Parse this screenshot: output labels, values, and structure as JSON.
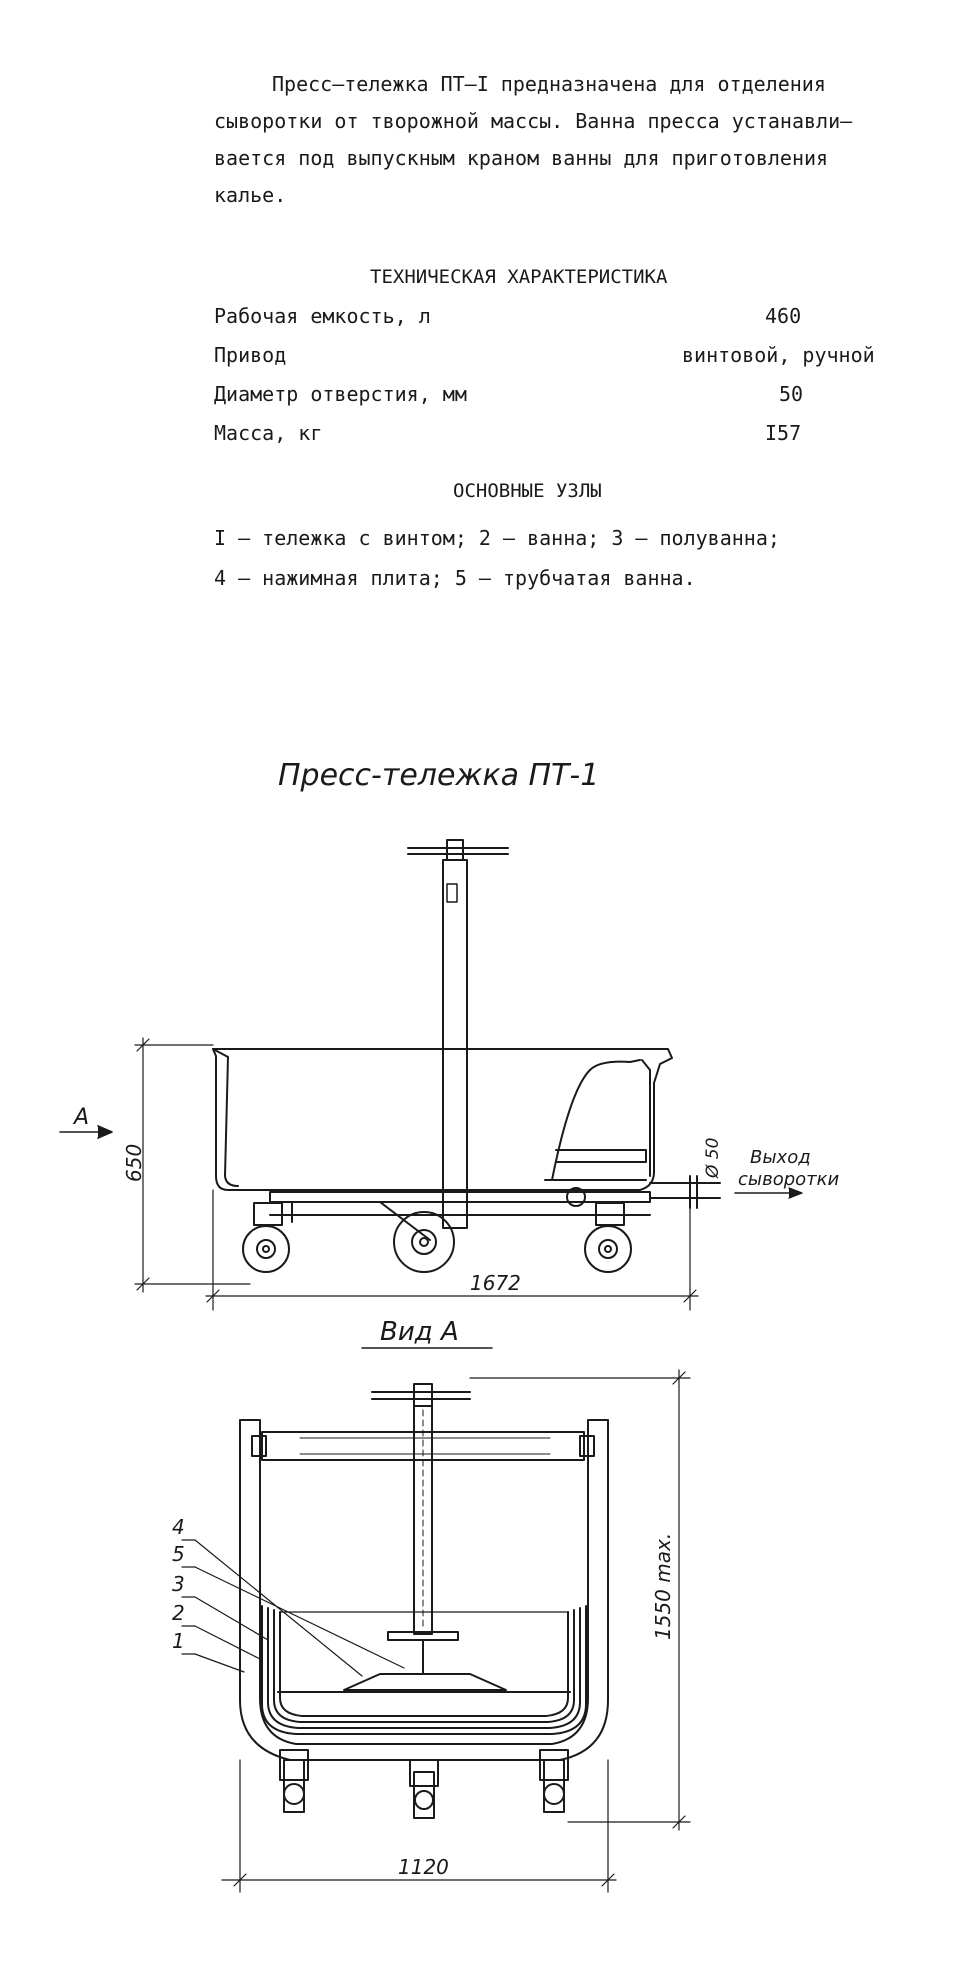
{
  "intro": {
    "lines": [
      "Пресс–тележка ПТ–I предназначена для отделения",
      "сыворотки от творожной массы. Ванна пресса устанавли–",
      "вается под выпускным краном ванны для приготовления",
      "калье."
    ]
  },
  "specs": {
    "title": "ТЕХНИЧЕСКАЯ ХАРАКТЕРИСТИКА",
    "rows": [
      {
        "label": "Рабочая емкость, л",
        "value": "460"
      },
      {
        "label": "Привод",
        "value": "винтовой, ручной"
      },
      {
        "label": "Диаметр отверстия, мм",
        "value": "50"
      },
      {
        "label": "Масса, кг",
        "value": "I57"
      }
    ]
  },
  "units": {
    "title": "ОСНОВНЫЕ УЗЛЫ",
    "lines": [
      "I – тележка с винтом; 2 – ванна; 3 – полуванна;",
      "4 – нажимная плита; 5 – трубчатая ванна."
    ]
  },
  "drawing": {
    "title": "Пресс-тележка ПТ-1",
    "side_view": {
      "view_arrow_label": "А",
      "height_dim": "650",
      "length_dim": "1672",
      "outlet_dim": "Ø 50",
      "outlet_label_line1": "Выход",
      "outlet_label_line2": "сыворотки"
    },
    "front_view": {
      "title": "Вид А",
      "height_dim": "1550 max.",
      "width_dim": "1120",
      "callouts": [
        "4",
        "5",
        "3",
        "2",
        "1"
      ]
    }
  }
}
